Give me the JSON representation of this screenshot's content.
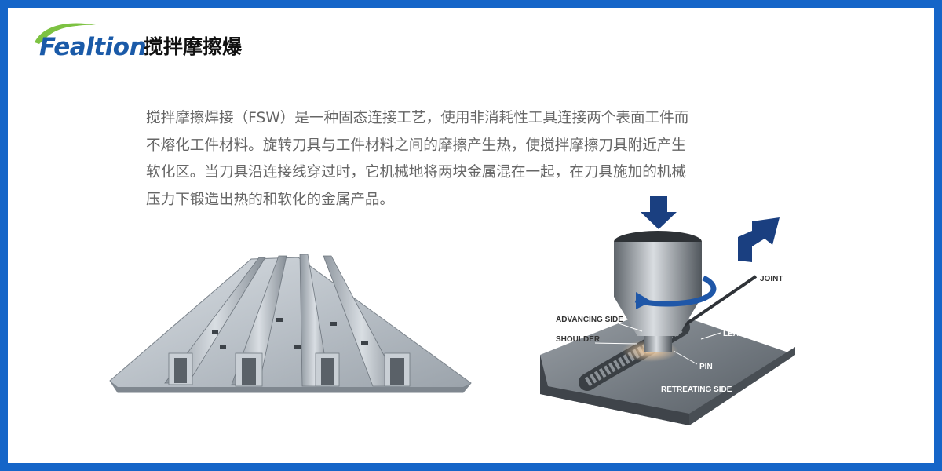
{
  "brand": {
    "name": "Fealtion",
    "accent": "#1565c8",
    "leaf_color": "#7dc242"
  },
  "page": {
    "title": "搅拌摩擦爆"
  },
  "intro": {
    "lines": [
      "搅拌摩擦焊接（FSW）是一种固态连接工艺，使用非消耗性工具连接两个表面工件而",
      "不熔化工件材料。旋转刀具与工件材料之间的摩擦产生热，使搅拌摩擦刀具附近产生",
      "软化区。当刀具沿连接线穿过时，它机械地将两块金属混在一起，在刀具施加的机械",
      "压力下锻造出热的和软化的金属产品。"
    ]
  },
  "diagram": {
    "labels": {
      "joint": "JOINT",
      "advancing_side": "ADVANCING SIDE",
      "shoulder": "SHOULDER",
      "leading_edge": "LEADING EDGE",
      "pin": "PIN",
      "retreating_side": "RETREATING SIDE"
    }
  }
}
